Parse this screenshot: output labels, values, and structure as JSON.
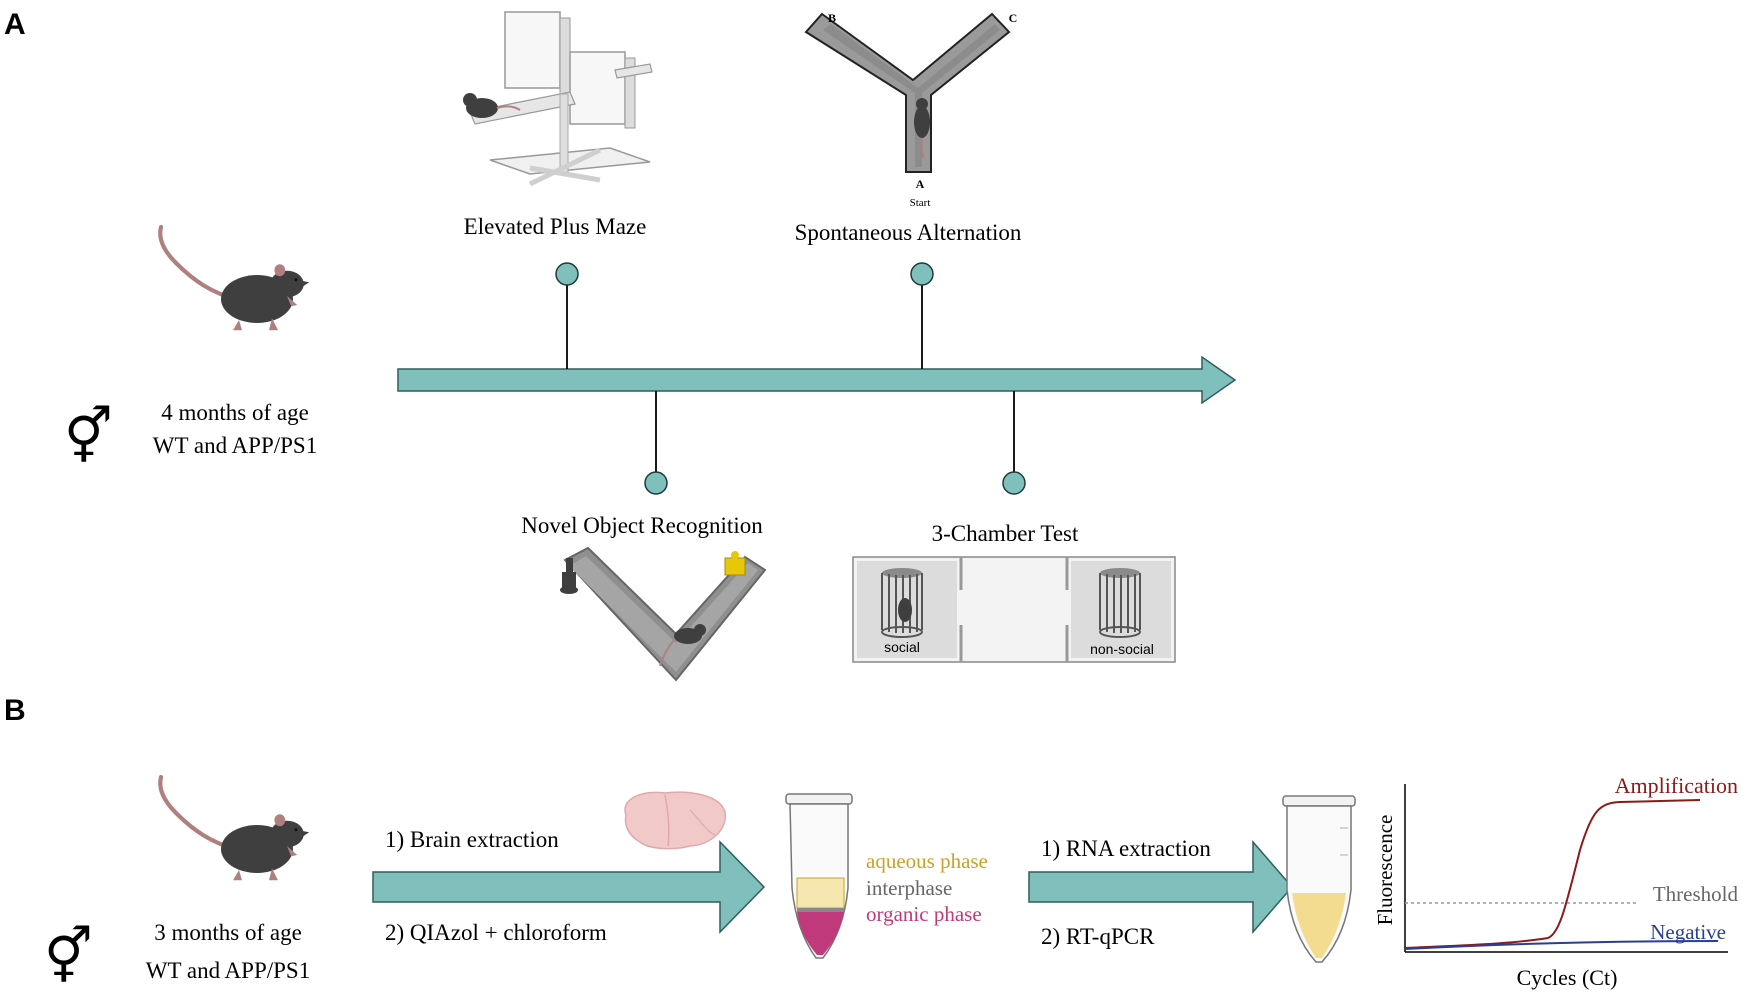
{
  "panel_a": {
    "letter": "A",
    "mouse_info": {
      "line1": "4 months of age",
      "line2": "WT and APP/PS1",
      "sex_symbol": "⚥"
    },
    "timeline_top": [
      {
        "label": "Elevated Plus Maze"
      },
      {
        "label": "Spontaneous Alternation"
      }
    ],
    "timeline_bottom": [
      {
        "label": "Novel Object Recognition"
      },
      {
        "label": "3-Chamber  Test"
      }
    ],
    "ymaze": {
      "arm_b": "B",
      "arm_c": "C",
      "arm_a": "A",
      "start": "Start"
    },
    "chamber": {
      "left": "social",
      "right": "non-social"
    }
  },
  "panel_b": {
    "letter": "B",
    "mouse_info": {
      "line1": "3 months of age",
      "line2": "WT and APP/PS1",
      "sex_symbol": "⚥"
    },
    "arrow1": {
      "top": "1) Brain  extraction",
      "bottom": "2) QIAzol  + chloroform"
    },
    "phases": {
      "aqueous": "aqueous phase",
      "interphase": "interphase",
      "organic": "organic  phase"
    },
    "arrow2": {
      "top": "1) RNA  extraction",
      "bottom": "2) RT-qPCR"
    },
    "qpcr": {
      "ylabel": "Fluorescence",
      "xlabel": "Cycles (Ct)",
      "amplification": "Amplification",
      "threshold": "Threshold",
      "negative": "Negative"
    }
  },
  "colors": {
    "teal": "#7fbfbc",
    "teal_stroke": "#2e5f5c",
    "mouse": "#3f3f3f",
    "tail": "#b08080",
    "aqueous": "#c9a227",
    "organic": "#c0397a",
    "interphase": "#666666",
    "amplification": "#8b1a1a",
    "negative": "#2a3f8f"
  }
}
